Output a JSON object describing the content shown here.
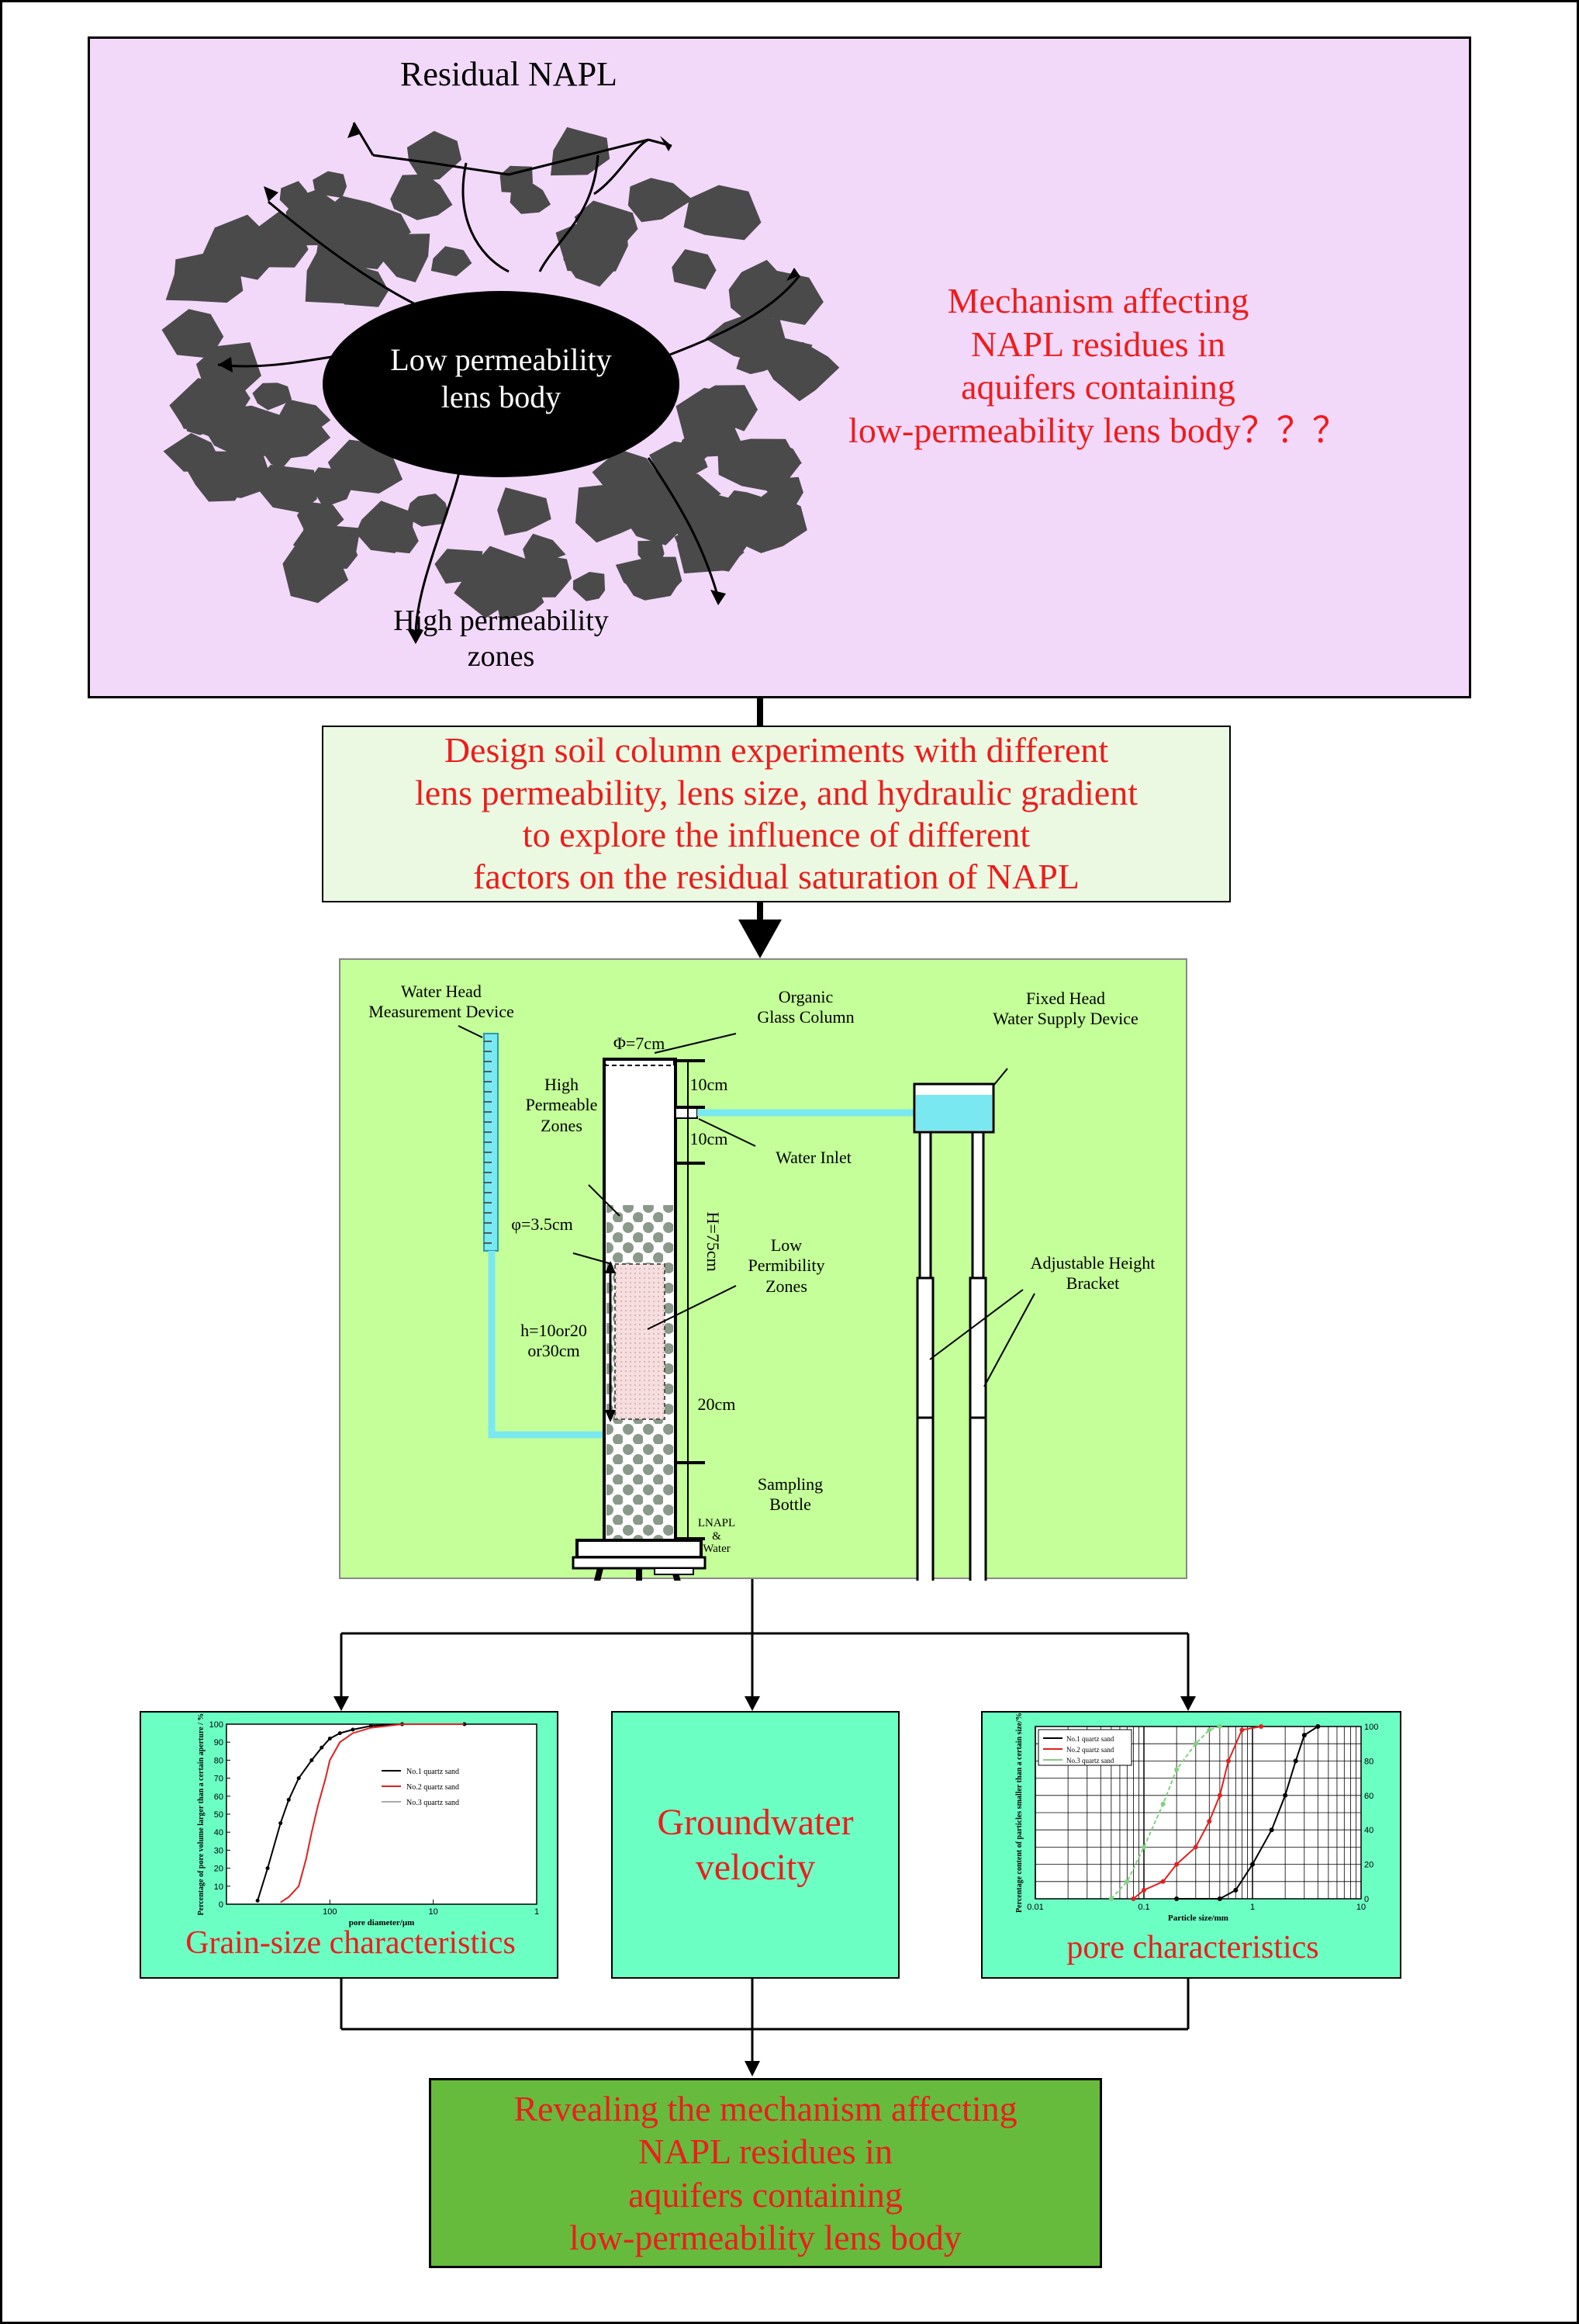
{
  "top_panel": {
    "residual_label": "Residual NAPL",
    "lens_label_1": "Low permeability",
    "lens_label_2": "lens body",
    "high_perm_label_1": "High permeability",
    "high_perm_label_2": "zones",
    "question_lines": [
      "Mechanism affecting",
      "NAPL residues in",
      "aquifers containing",
      "low-permeability lens body？？？"
    ],
    "bg_color": "#f2d8f9",
    "rock_color": "#4a4a4a"
  },
  "design_box": {
    "lines": [
      "Design soil column experiments with different",
      "lens permeability, lens size, and hydraulic gradient",
      "to explore the influence of different",
      "factors on the residual saturation of NAPL"
    ],
    "bg_color": "#ecf9e2"
  },
  "apparatus": {
    "bg_color": "#c4ff99",
    "water_color": "#7ae8f0",
    "labels": {
      "water_head_1": "Water Head",
      "water_head_2": "Measurement Device",
      "organic_1": "Organic",
      "organic_2": "Glass Column",
      "fixed_head_1": "Fixed Head",
      "fixed_head_2": "Water Supply Device",
      "diameter": "Φ=7cm",
      "d10a": "10cm",
      "d10b": "10cm",
      "water_inlet": "Water Inlet",
      "high_perm_1": "High",
      "high_perm_2": "Permeable",
      "high_perm_3": "Zones",
      "phi": "φ=3.5cm",
      "height": "H=75cm",
      "low_perm_1": "Low",
      "low_perm_2": "Permibility",
      "low_perm_3": "Zones",
      "adjustable_1": "Adjustable Height",
      "adjustable_2": "Bracket",
      "h_1": "h=10or20",
      "h_2": "or30cm",
      "d20": "20cm",
      "sampling_1": "Sampling",
      "sampling_2": "Bottle",
      "bottle_1": "LNAPL",
      "bottle_2": "&",
      "bottle_3": "Water"
    }
  },
  "factors": {
    "bg_color": "#6cffc4",
    "grain_label": "Grain-size characteristics",
    "velocity_label_1": "Groundwater",
    "velocity_label_2": "velocity",
    "pore_label": "pore characteristics"
  },
  "result_box": {
    "lines": [
      "Revealing the mechanism affecting",
      "NAPL residues in",
      "aquifers containing",
      "low-permeability lens body"
    ],
    "bg_color": "#66bb3d"
  },
  "chart_data": [
    {
      "type": "line",
      "title": "",
      "xlabel": "pore diameter/μm",
      "ylabel": "Percentage of pore volume larger than a certain aperture / %",
      "x_scale": "log-reversed",
      "x_ticks": [
        "100",
        "10",
        "1"
      ],
      "y_ticks": [
        "0",
        "10",
        "20",
        "30",
        "40",
        "50",
        "60",
        "70",
        "80",
        "90",
        "100"
      ],
      "ylim": [
        0,
        100
      ],
      "legend_placement": "right",
      "series": [
        {
          "name": "No.1 quartz sand",
          "color": "#000000",
          "x": [
            500,
            400,
            300,
            250,
            200,
            150,
            120,
            100,
            80,
            60,
            40,
            20,
            5
          ],
          "y": [
            2,
            20,
            45,
            58,
            70,
            80,
            87,
            92,
            95,
            97,
            99,
            100,
            100
          ]
        },
        {
          "name": "No.2 quartz sand",
          "color": "#e02020",
          "x": [
            300,
            250,
            200,
            170,
            150,
            130,
            110,
            100,
            80,
            60,
            40,
            20,
            5
          ],
          "y": [
            1,
            4,
            10,
            25,
            40,
            55,
            70,
            80,
            90,
            95,
            98,
            100,
            100
          ]
        },
        {
          "name": "No.3 quartz sand",
          "color": "#aaaaaa",
          "x": [],
          "y": []
        }
      ]
    },
    {
      "type": "line",
      "title": "",
      "xlabel": "Particle size/mm",
      "ylabel": "Percentage content of particles smaller than a certain size/%",
      "x_scale": "log",
      "x_ticks": [
        "0.01",
        "0.1",
        "1",
        "10"
      ],
      "y_ticks": [
        "0",
        "20",
        "40",
        "60",
        "80",
        "100"
      ],
      "ylim": [
        0,
        100
      ],
      "legend_placement": "top-left",
      "series": [
        {
          "name": "No.1 quartz sand",
          "color": "#000000",
          "x": [
            0.2,
            0.5,
            0.7,
            1.0,
            1.5,
            2.0,
            2.5,
            3.0,
            4.0
          ],
          "y": [
            0,
            0,
            5,
            20,
            40,
            60,
            80,
            95,
            100
          ]
        },
        {
          "name": "No.2 quartz sand",
          "color": "#e02020",
          "x": [
            0.08,
            0.1,
            0.15,
            0.2,
            0.3,
            0.4,
            0.5,
            0.6,
            0.8,
            1.2
          ],
          "y": [
            0,
            5,
            10,
            20,
            30,
            45,
            60,
            80,
            98,
            100
          ]
        },
        {
          "name": "No.3 quartz sand",
          "color": "#7fd07f",
          "x": [
            0.05,
            0.07,
            0.1,
            0.15,
            0.2,
            0.3,
            0.4,
            0.5
          ],
          "y": [
            0,
            10,
            30,
            55,
            75,
            90,
            98,
            100
          ]
        }
      ]
    }
  ]
}
